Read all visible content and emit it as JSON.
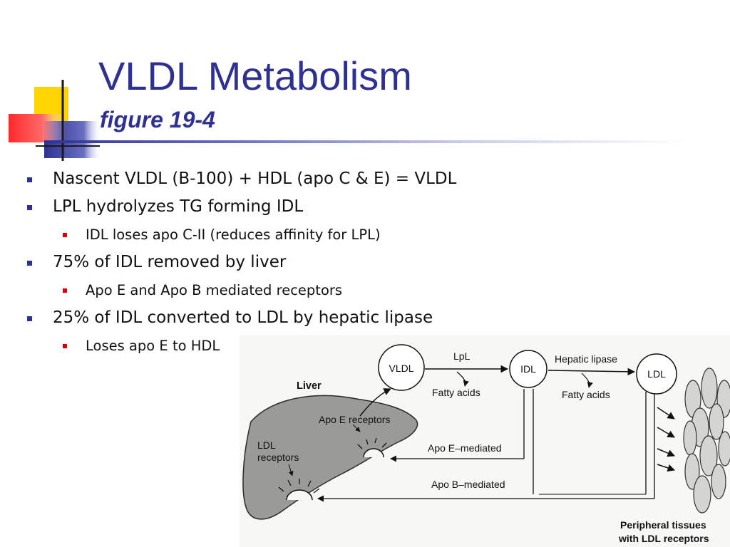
{
  "slide": {
    "title": "VLDL Metabolism",
    "subtitle": "figure 19-4",
    "colors": {
      "title": "#2e3192",
      "bullet_level1": "#2e3192",
      "bullet_level2": "#d40000",
      "accent_yellow": "#ffd700",
      "accent_red": "#ff3b3b"
    }
  },
  "bullets": [
    {
      "level": 1,
      "text": "Nascent VLDL (B-100) + HDL (apo C & E) = VLDL"
    },
    {
      "level": 1,
      "text": "LPL hydrolyzes TG forming IDL"
    },
    {
      "level": 2,
      "text": "IDL loses apo C-II (reduces affinity for LPL)"
    },
    {
      "level": 1,
      "text": "75% of IDL removed by liver"
    },
    {
      "level": 2,
      "text": "Apo E and Apo B mediated receptors"
    },
    {
      "level": 1,
      "text": "25% of IDL converted to LDL by hepatic lipase"
    },
    {
      "level": 2,
      "text": "Loses apo E to HDL"
    }
  ],
  "figure": {
    "liver_label": "Liver",
    "vldl": "VLDL",
    "idl": "IDL",
    "ldl": "LDL",
    "lpl": "LpL",
    "fatty_acids_1": "Fatty acids",
    "hepatic_lipase": "Hepatic lipase",
    "fatty_acids_2": "Fatty acids",
    "apo_e_receptors": "Apo E receptors",
    "ldl_receptors_line1": "LDL",
    "ldl_receptors_line2": "receptors",
    "apo_e_mediated": "Apo E–mediated",
    "apo_b_mediated": "Apo B–mediated",
    "peripheral_line1": "Peripheral tissues",
    "peripheral_line2": "with LDL receptors"
  }
}
